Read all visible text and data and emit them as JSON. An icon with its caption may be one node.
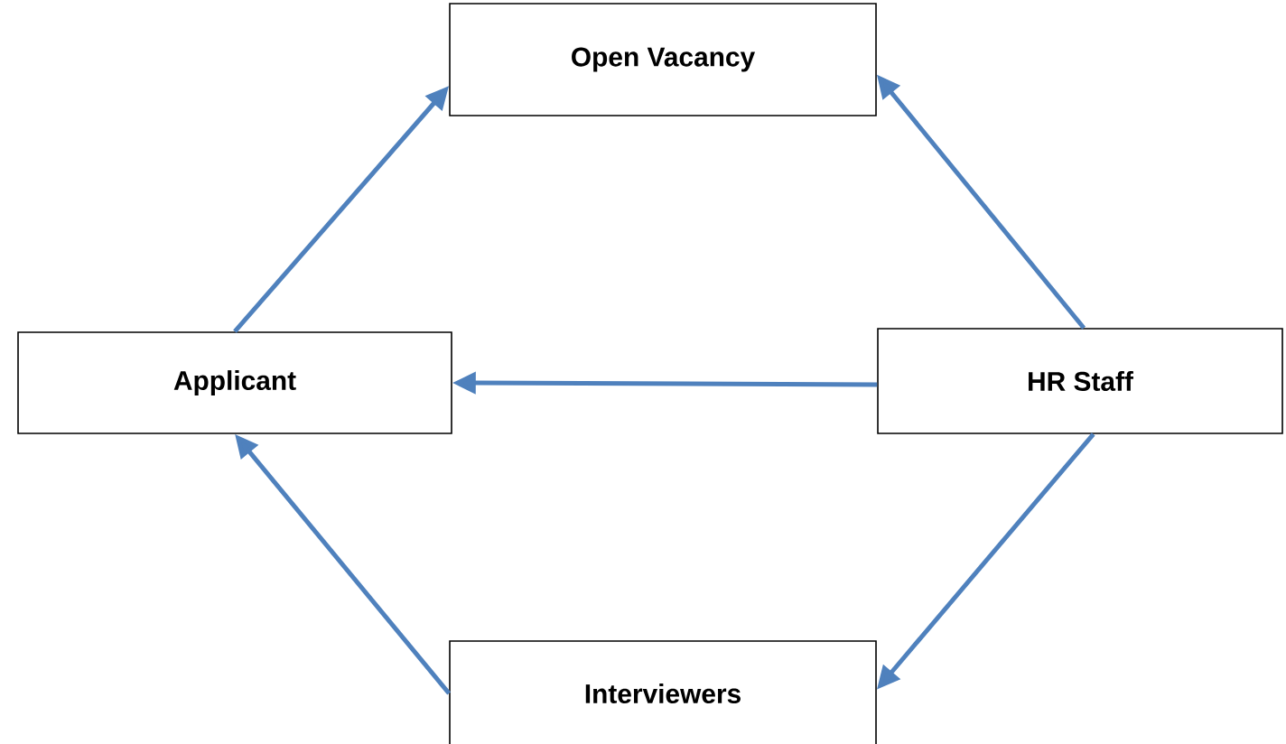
{
  "diagram": {
    "nodes": [
      {
        "text": [
          "Open Vacancy"
        ]
      },
      {
        "text": [
          "Applicant"
        ]
      },
      {
        "text": [
          "HR Staff"
        ]
      },
      {
        "text": [
          "Interviewers"
        ]
      }
    ],
    "edges": [
      {
        "from": 1,
        "to": 0,
        "arrow": "to"
      },
      {
        "from": 2,
        "to": 0,
        "arrow": "to"
      },
      {
        "from": 2,
        "to": 1,
        "arrow": "to"
      },
      {
        "from": 2,
        "to": 3,
        "arrow": "to"
      },
      {
        "from": 3,
        "to": 1,
        "arrow": "to"
      }
    ]
  }
}
